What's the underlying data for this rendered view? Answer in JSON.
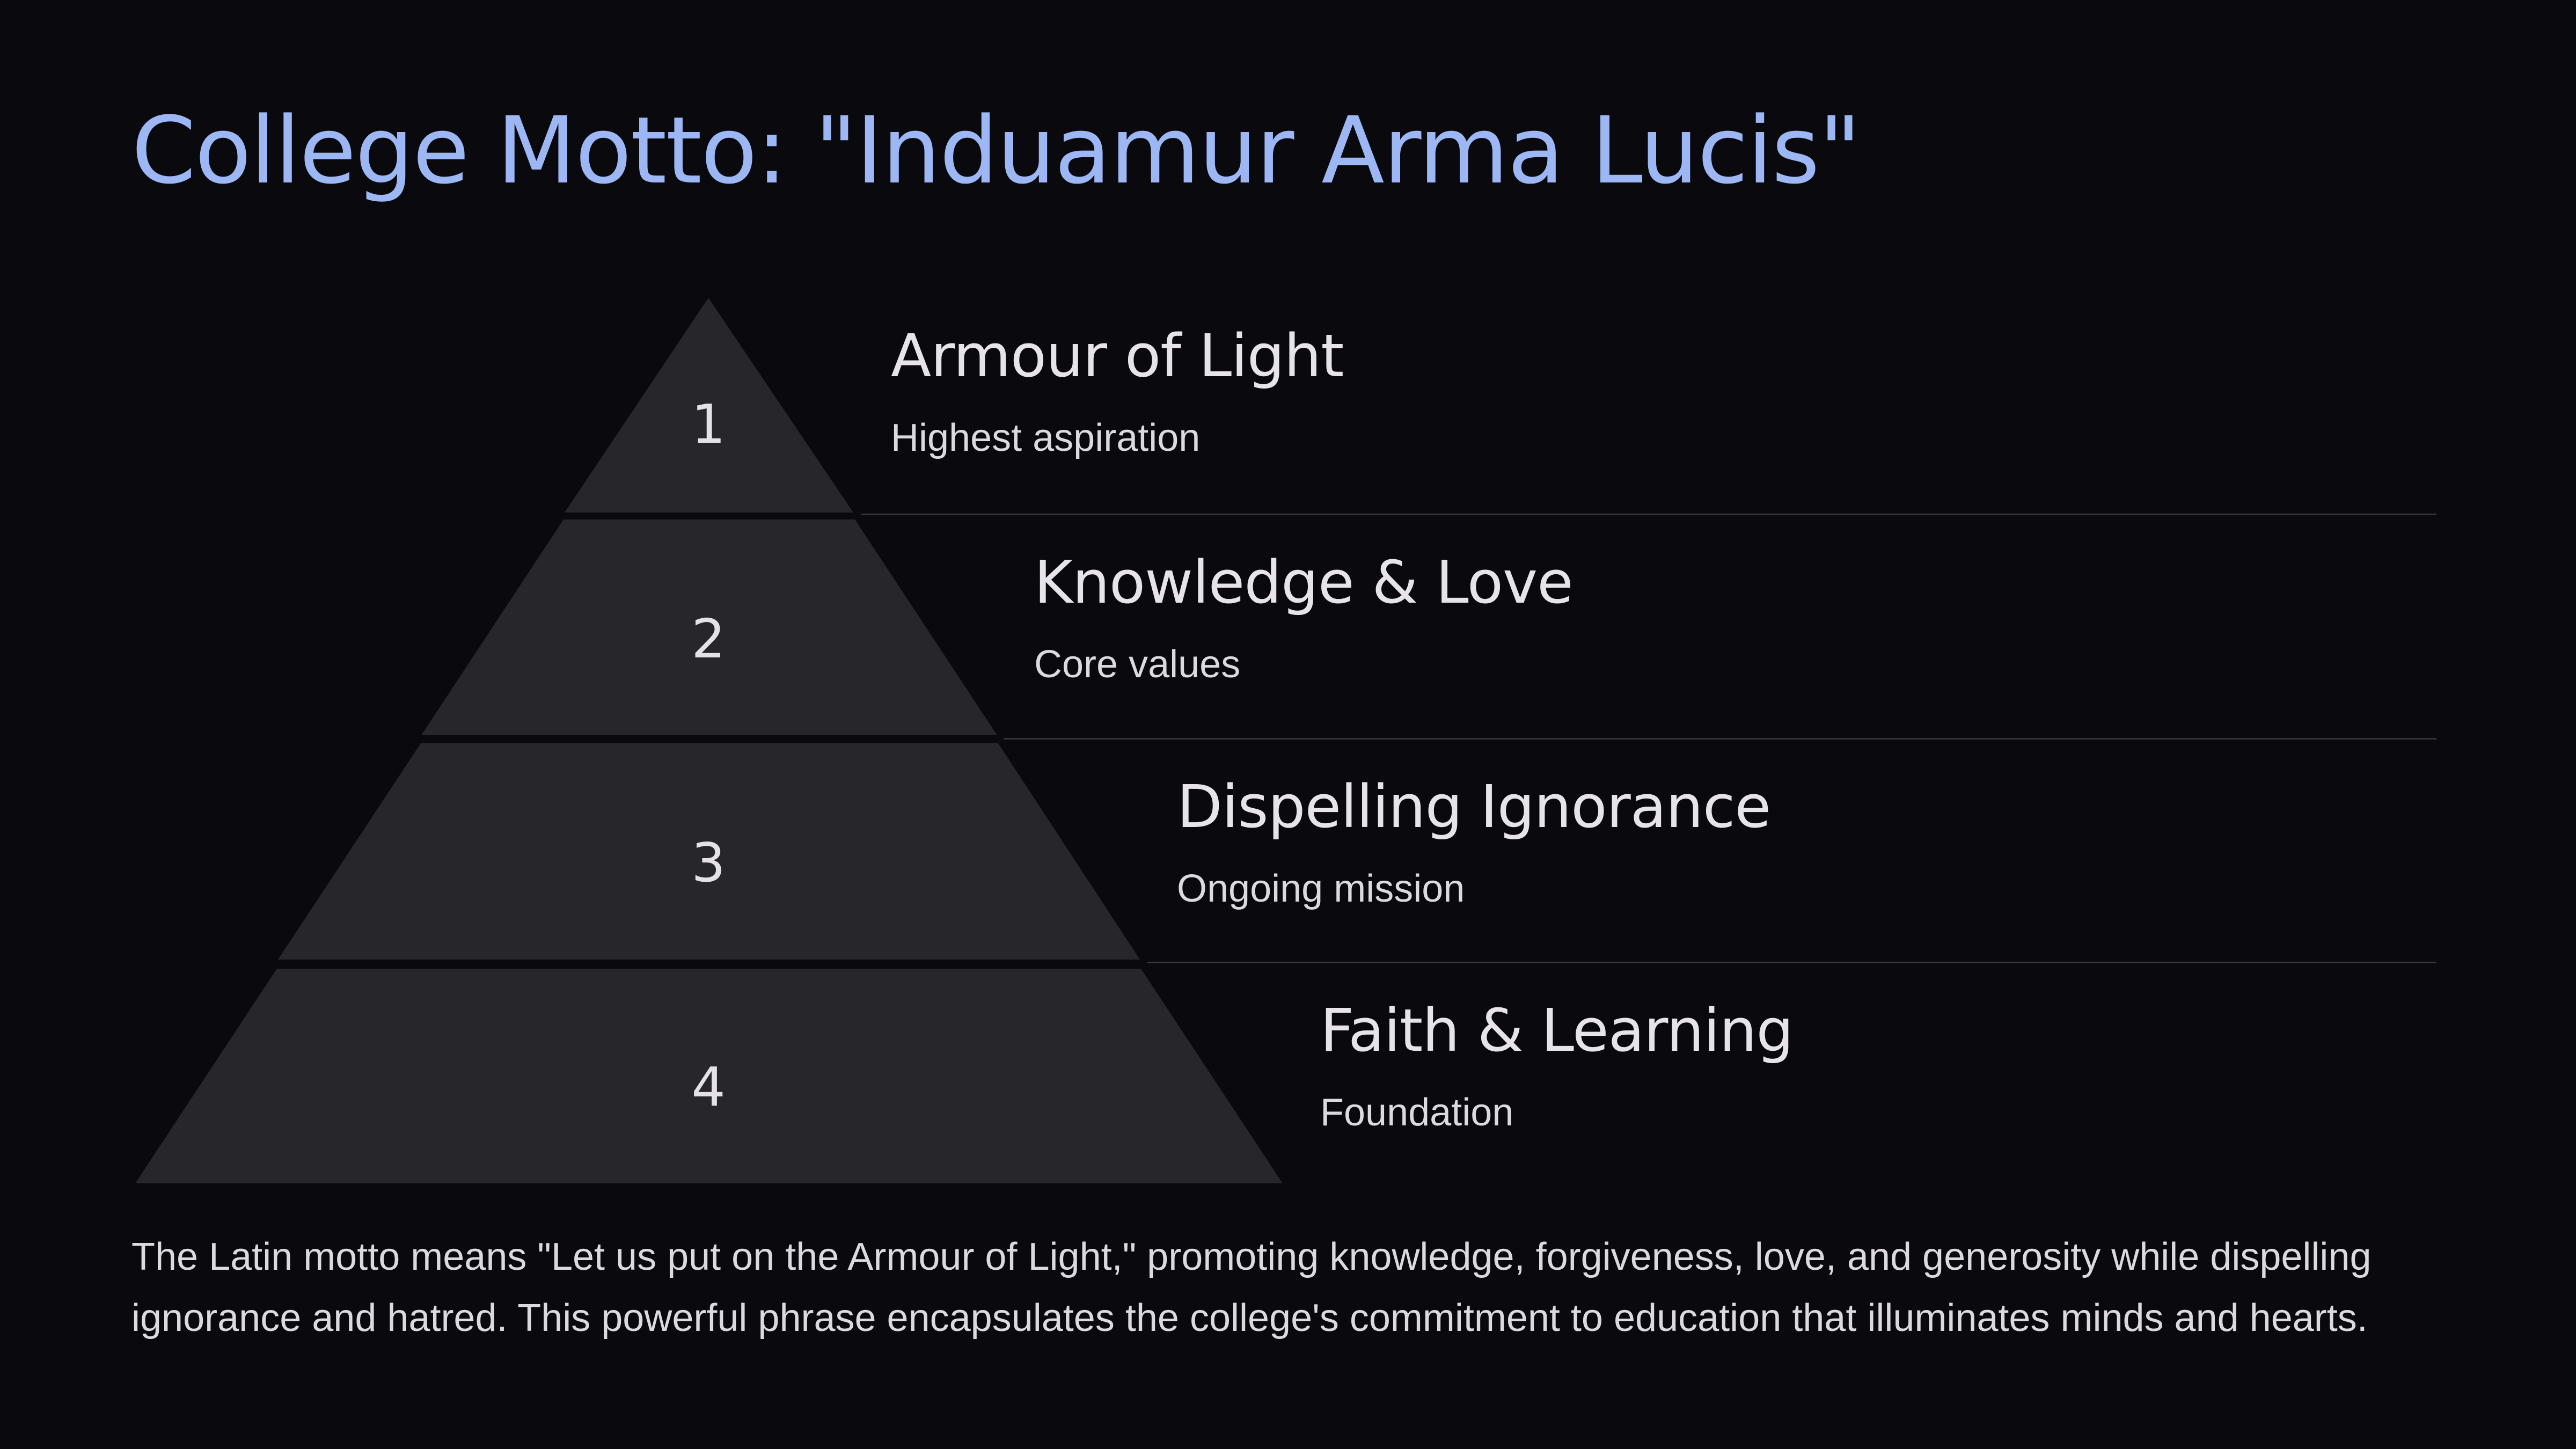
{
  "title": "College Motto: \"Induamur Arma Lucis\"",
  "tiers": [
    {
      "number": "1",
      "heading": "Armour of Light",
      "subtitle": "Highest aspiration"
    },
    {
      "number": "2",
      "heading": "Knowledge & Love",
      "subtitle": "Core values"
    },
    {
      "number": "3",
      "heading": "Dispelling Ignorance",
      "subtitle": "Ongoing mission"
    },
    {
      "number": "4",
      "heading": "Faith & Learning",
      "subtitle": "Foundation"
    }
  ],
  "caption": "The Latin motto means \"Let us put on the Armour of Light,\" promoting knowledge, forgiveness, love, and generosity while dispelling ignorance and hatred. This powerful phrase encapsulates the college's commitment to education that illuminates minds and hearts.",
  "colors": {
    "background": "#0a0a0e",
    "title": "#9db7f5",
    "tier_fill": "#26262b",
    "divider": "#34343b",
    "text": "#e6e3ea"
  }
}
